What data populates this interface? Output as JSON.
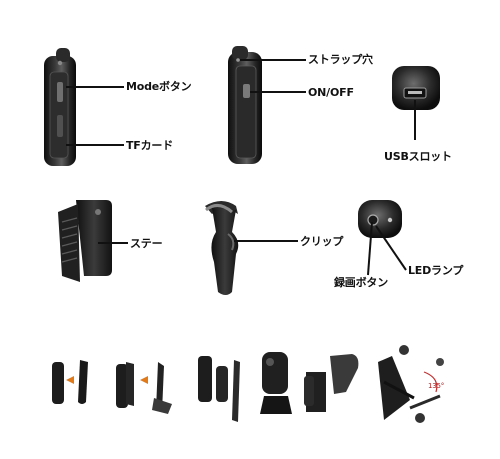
{
  "callouts": {
    "mode_button": "Modeボタン",
    "tf_card": "TFカード",
    "strap_hole": "ストラップ穴",
    "on_off": "ON/OFF",
    "usb_slot": "USBスロット",
    "stay": "ステー",
    "clip": "クリップ",
    "record_button": "録画ボタン",
    "led_lamp": "LEDランプ"
  },
  "strip": {
    "angle_label": "135°"
  },
  "colors": {
    "device_body": "#1c1c1c",
    "device_highlight": "#6a6a6a",
    "strip_bg": "#b9bab9",
    "arrow": "#e07a1a",
    "leader_line": "#111111"
  }
}
